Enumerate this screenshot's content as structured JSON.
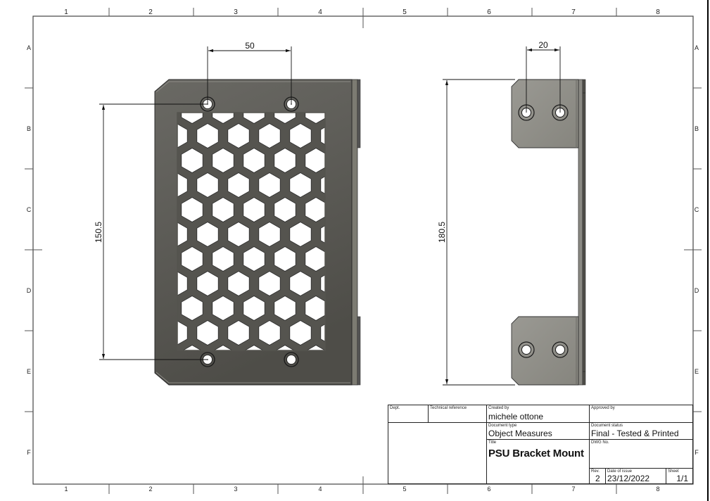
{
  "sheet": {
    "column_labels": [
      "1",
      "2",
      "3",
      "4",
      "5",
      "6",
      "7",
      "8"
    ],
    "row_labels": [
      "A",
      "B",
      "C",
      "D",
      "E",
      "F"
    ]
  },
  "front_view": {
    "dimensions": {
      "horizontal_hole_spacing": "50",
      "vertical_hole_spacing": "150.5"
    },
    "colors": {
      "plate": "#5a5955",
      "flange": "#7c7b72",
      "edge": "#2b2b2b"
    }
  },
  "side_view": {
    "dimensions": {
      "horizontal_hole_spacing": "20",
      "overall_height": "180.5"
    },
    "colors": {
      "tab": "#8d8c86",
      "strip": "#7c7b72"
    }
  },
  "title_block": {
    "dept_label": "Dept.",
    "dept_value": "",
    "tech_ref_label": "Technical reference",
    "tech_ref_value": "",
    "created_by_label": "Created by",
    "created_by_value": "michele ottone",
    "approved_by_label": "Approved by",
    "approved_by_value": "",
    "doc_type_label": "Document type",
    "doc_type_value": "Object Measures",
    "doc_status_label": "Document status",
    "doc_status_value": "Final - Tested & Printed",
    "title_label": "Title",
    "title_value": "PSU Bracket Mount",
    "dwg_no_label": "DWG No.",
    "dwg_no_value": "",
    "rev_label": "Rev.",
    "rev_value": "2",
    "date_label": "Date of issue",
    "date_value": "23/12/2022",
    "sheet_label": "Sheet",
    "sheet_value": "1/1"
  }
}
